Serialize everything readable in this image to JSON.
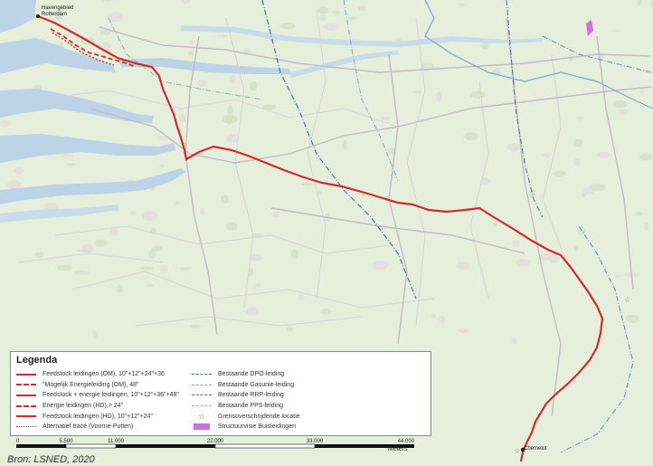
{
  "map": {
    "places": {
      "rotterdam_line1": "Havengebied",
      "rotterdam_line2": "Rotterdam",
      "chemelot": "Chemelot"
    }
  },
  "legend": {
    "title": "Legenda",
    "left_items": [
      {
        "label": "Feedstock leidingen (OM), 10\"+12\"+24\"+36",
        "color": "#d42a2a",
        "style": "solid"
      },
      {
        "label": "\"Mogelijk Energieleiding (OM), 48\"",
        "color": "#d42a2a",
        "style": "dashed"
      },
      {
        "label": "Feedstock + energie leidingen, 10\"+12\"+36\"+48\"",
        "color": "#d42a2a",
        "style": "solid"
      },
      {
        "label": "Energie leidingen (HD),> 24\"",
        "color": "#d42a2a",
        "style": "dashed"
      },
      {
        "label": "Feedstock leidingen (HD), 10\"+12\"+24\"",
        "color": "#d42a2a",
        "style": "solid"
      },
      {
        "label": "Alternatief tracé (Voorne-Putten)",
        "color": "#d42a2a",
        "style": "dotted"
      }
    ],
    "right_items": [
      {
        "label": "Bestaande DPO-leiding",
        "color": "#3a6fb0",
        "style": "dashdot"
      },
      {
        "label": "Bestaande Gasunie-leiding",
        "color": "#7bb0d8",
        "style": "dashdot"
      },
      {
        "label": "Bestaande RRP-leiding",
        "color": "#4d6f9a",
        "style": "dashdot"
      },
      {
        "label": "Bestaande PPS-leiding",
        "color": "#8fb6a0",
        "style": "dashdot"
      },
      {
        "label": "Grensoverschrijdende locatie",
        "color": "#7a8f1a",
        "style": "star"
      },
      {
        "label": "Structuurvisie Buisleidingen",
        "color": "#d070e0",
        "style": "patch"
      }
    ]
  },
  "scale": {
    "ticks": [
      "0",
      "5.500",
      "11.000",
      "22.000",
      "33.000",
      "44.000"
    ],
    "unit": "Meters"
  },
  "source": "Bron: LSNED, 2020",
  "colors": {
    "pipeline": "#d42a2a",
    "water": "#bcd3e8",
    "land": "#e6eedc",
    "road_major": "#c8b9c9",
    "road_minor": "#d9cfd9",
    "river_line": "#5b8fc4",
    "urban": "#e3dada",
    "forest": "#cfe0c3",
    "structuurvisie": "#d070e0"
  }
}
